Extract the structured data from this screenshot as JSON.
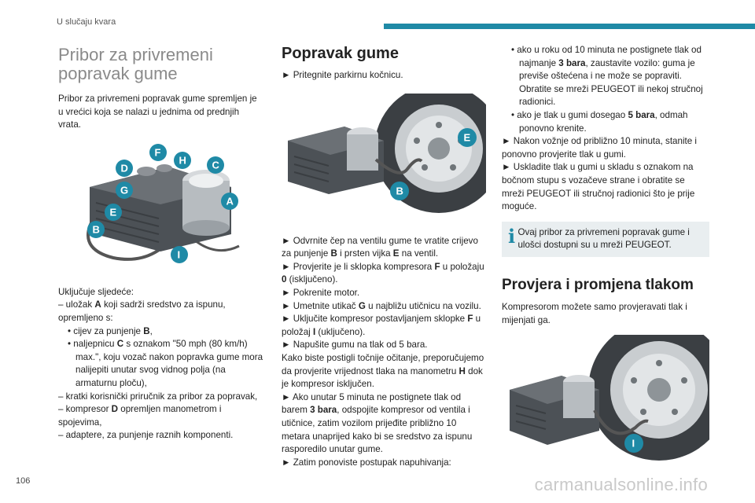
{
  "header": {
    "section": "U slučaju kvara",
    "accent": "#1f8aa6"
  },
  "col1": {
    "title": "Pribor za privremeni popravak gume",
    "intro": "Pribor za privremeni popravak gume spremljen je u vrećici koja se nalazi u jednima od prednjih vrata.",
    "fig_labels": {
      "A": "A",
      "B": "B",
      "C": "C",
      "D": "D",
      "E": "E",
      "F": "F",
      "G": "G",
      "H": "H",
      "I": "I"
    },
    "includes": "Uključuje sljedeće:",
    "l1a": "– uložak ",
    "l1b": "A",
    "l1c": " koji sadrži sredstvo za ispunu, opremljeno s:",
    "b1a": "• cijev za punjenje ",
    "b1b": "B",
    "b1c": ",",
    "b2a": "• naljepnicu ",
    "b2b": "C",
    "b2c": " s oznakom \"50 mph (80 km/h) max.\", koju vozač nakon popravka gume mora nalijepiti unutar svog vidnog polja (na armaturnu ploču),",
    "l2": "– kratki korisnički priručnik za pribor za popravak,",
    "l3a": "– kompresor ",
    "l3b": "D",
    "l3c": " opremljen manometrom i spojevima,",
    "l4": "– adaptere, za punjenje raznih komponenti."
  },
  "col2": {
    "title": "Popravak gume",
    "s1": "► Pritegnite parkirnu kočnicu.",
    "fig_labels": {
      "E": "E",
      "B": "B"
    },
    "s2a": "► Odvrnite čep na ventilu gume te vratite crijevo za punjenje ",
    "s2b": "B",
    "s2c": " i prsten vijka ",
    "s2d": "E",
    "s2e": " na ventil.",
    "s3a": "► Provjerite je li sklopka kompresora ",
    "s3b": "F",
    "s3c": " u položaju ",
    "s3d": "0",
    "s3e": " (isključeno).",
    "s4": "► Pokrenite motor.",
    "s5a": "► Umetnite utikač ",
    "s5b": "G",
    "s5c": " u najbližu utičnicu na vozilu.",
    "s6a": "► Uključite kompresor postavljanjem sklopke ",
    "s6b": "F",
    "s6c": " u položaj ",
    "s6d": "I",
    "s6e": " (uključeno).",
    "s7": "► Napušite gumu na tlak od 5 bara.",
    "s8a": "Kako biste postigli točnije očitanje, preporučujemo da provjerite vrijednost tlaka na manometru ",
    "s8b": "H",
    "s8c": " dok je kompresor isključen.",
    "s9a": "► Ako unutar 5 minuta ne postignete tlak od barem ",
    "s9b": "3 bara",
    "s9c": ", odspojite kompresor od ventila i utičnice, zatim vozilom prijeđite približno 10 metara unaprijed kako bi se sredstvo za ispunu rasporedilo unutar gume.",
    "s10": "► Zatim ponoviste postupak napuhivanja:"
  },
  "col3": {
    "b1a": "• ako u roku od 10 minuta ne postignete tlak od najmanje ",
    "b1b": "3 bara",
    "b1c": ", zaustavite vozilo: guma je previše oštećena i ne može se popraviti. Obratite se mreži PEUGEOT ili nekoj stručnoj radionici.",
    "b2a": "• ako je tlak u gumi dosegao ",
    "b2b": "5 bara",
    "b2c": ", odmah ponovno krenite.",
    "s1": "► Nakon vožnje od približno 10 minuta, stanite i ponovno provjerite tlak u gumi.",
    "s2": "► Uskladite tlak u gumi u skladu s oznakom na bočnom stupu s vozačeve strane i obratite se mreži PEUGEOT ili stručnoj radionici što je prije moguće.",
    "info_icon": "i",
    "info_text": "Ovaj pribor za privremeni popravak gume i ulošci dostupni su u mreži PEUGEOT.",
    "title2": "Provjera i promjena tlakom",
    "p2": "Kompresorom možete samo provjeravati tlak i mijenjati ga.",
    "fig_labels": {
      "I": "I"
    }
  },
  "footer": {
    "page": "106",
    "watermark": "carmanualsonline.info"
  }
}
